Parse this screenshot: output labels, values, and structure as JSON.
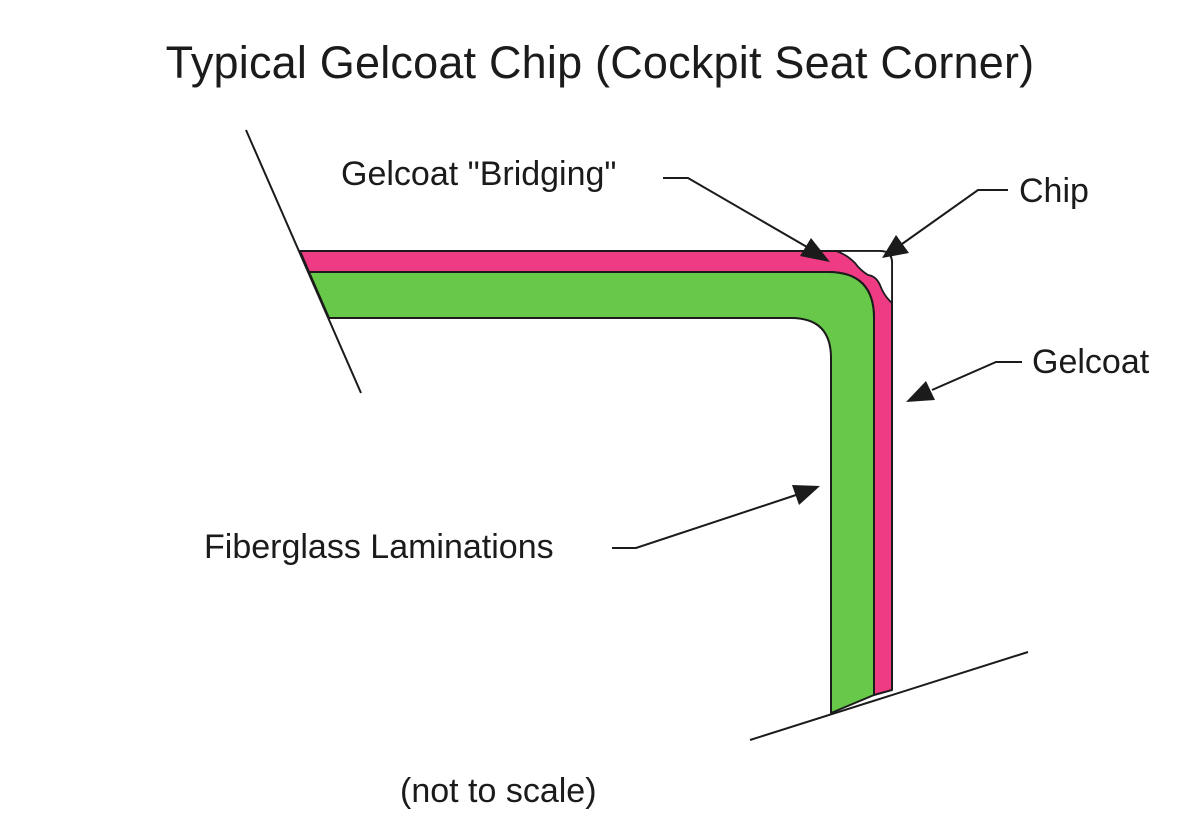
{
  "title": "Typical Gelcoat Chip (Cockpit Seat Corner)",
  "labels": {
    "bridging": "Gelcoat \"Bridging\"",
    "chip": "Chip",
    "gelcoat": "Gelcoat",
    "fiberglass": "Fiberglass Laminations",
    "scale_note": "(not to scale)"
  },
  "colors": {
    "gelcoat": "#ee3b84",
    "fiberglass": "#68c84a",
    "outline": "#1b1b1b",
    "chip": "#ffffff"
  }
}
